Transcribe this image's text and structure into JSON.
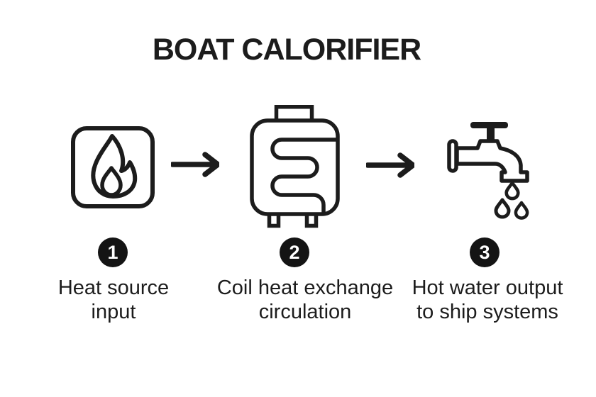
{
  "title": "BOAT CALORIFIER",
  "colors": {
    "ink": "#1c1c1c",
    "paper": "#ffffff",
    "badge_bg": "#141414",
    "badge_text": "#ffffff"
  },
  "steps": [
    {
      "number": "1",
      "icon": "flame-icon",
      "label_lines": [
        "Heat source",
        "input"
      ]
    },
    {
      "number": "2",
      "icon": "calorifier-tank-coil-icon",
      "label_lines": [
        "Coil heat exchange",
        "circulation"
      ]
    },
    {
      "number": "3",
      "icon": "water-tap-icon",
      "label_lines": [
        "Hot water output",
        "to ship systems"
      ]
    }
  ],
  "arrows": [
    {
      "icon": "arrow-right-icon"
    },
    {
      "icon": "arrow-right-icon"
    }
  ]
}
